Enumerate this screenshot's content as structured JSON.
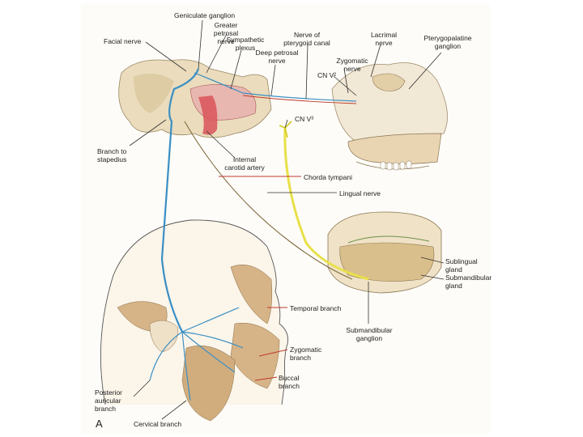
{
  "figure": {
    "panel_label": "A",
    "labels": {
      "geniculate_ganglion": "Geniculate ganglion",
      "greater_petrosal_nerve": "Greater petrosal nerve",
      "facial_nerve": "Facial nerve",
      "sympathetic_plexus": "Sympathetic plexus",
      "nerve_of_pterygoid_canal": "Nerve of pterygoid canal",
      "lacrimal_nerve": "Lacrimal nerve",
      "pterygopalatine_ganglion": "Pterygopalatine ganglion",
      "deep_petrosal_nerve": "Deep petrosal nerve",
      "zygomatic_nerve": "Zygomatic nerve",
      "cn_v2": "CN V²",
      "cn_v3": "CN V³",
      "branch_to_stapedius": "Branch to stapedius",
      "internal_carotid_artery": "Internal carotid artery",
      "chorda_tympani": "Chorda tympani",
      "lingual_nerve": "Lingual nerve",
      "sublingual_gland": "Sublingual gland",
      "submandibular_gland": "Submandibular gland",
      "temporal_branch": "Temporal branch",
      "submandibular_ganglion": "Submandibular ganglion",
      "zygomatic_branch": "Zygomatic branch",
      "buccal_branch": "Buccal branch",
      "posterior_auricular_branch": "Posterior auricular branch",
      "cervical_branch": "Cervical branch"
    },
    "colors": {
      "facial_nerve": "#3a8fc4",
      "trigeminal": "#e8e04a",
      "sympathetic": "#c0392b",
      "muscle": "#c9a77a",
      "bone": "#e9dcc0"
    }
  }
}
